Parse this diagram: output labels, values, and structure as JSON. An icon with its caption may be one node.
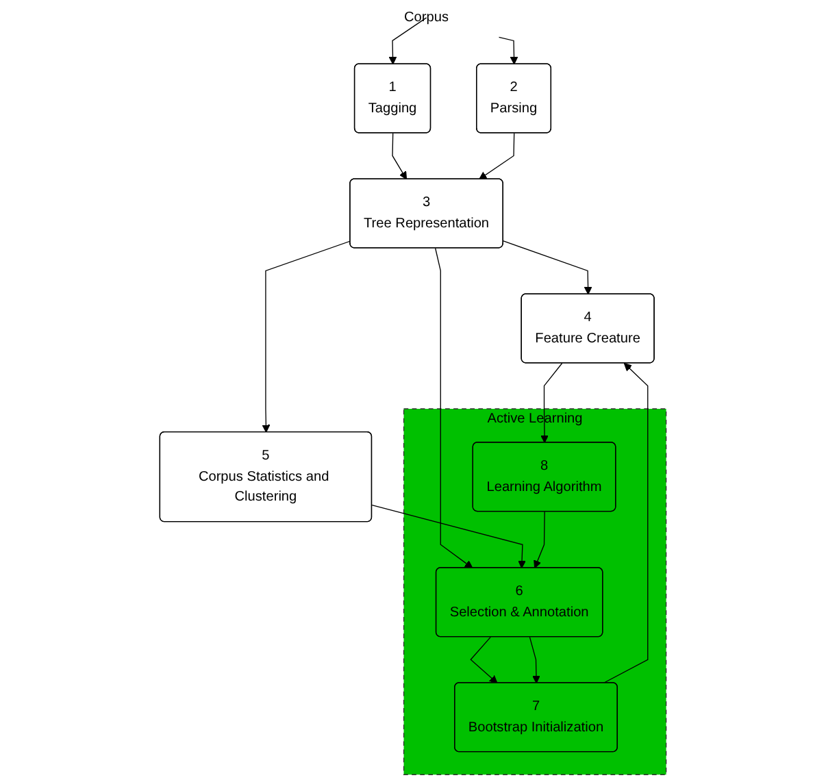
{
  "diagram": {
    "nodes": [
      {
        "text": [
          "Corpus"
        ]
      },
      {
        "text": [
          "1",
          "Tagging"
        ]
      },
      {
        "text": [
          "2",
          "Parsing"
        ]
      },
      {
        "text": [
          "3",
          "Tree Representation"
        ]
      },
      {
        "text": [
          "4",
          "Feature Creature"
        ]
      },
      {
        "text": [
          "5",
          "Corpus Statistics and Clustering"
        ]
      },
      {
        "text": [
          "Active Learning"
        ]
      },
      {
        "text": [
          "6",
          "Selection & Annotation"
        ],
        "in": 6
      },
      {
        "text": [
          "7",
          "Bootstrap Initialization"
        ],
        "in": 6
      },
      {
        "text": [
          "8",
          "Learning Algorithm"
        ],
        "in": 6
      }
    ],
    "edges": [
      {
        "from": 0,
        "to": 1,
        "arrow": "to"
      },
      {
        "from": 0,
        "to": 2,
        "arrow": "to"
      },
      {
        "from": 1,
        "to": 3,
        "arrow": "to"
      },
      {
        "from": 2,
        "to": 3,
        "arrow": "to"
      },
      {
        "from": 3,
        "to": 4,
        "arrow": "to"
      },
      {
        "from": 3,
        "to": 7,
        "arrow": "to"
      },
      {
        "from": 3,
        "to": 5,
        "arrow": "to"
      },
      {
        "from": 5,
        "to": 7,
        "arrow": "to"
      },
      {
        "from": 7,
        "to": 8,
        "arrow": "to"
      },
      {
        "from": 7,
        "to": 8,
        "arrow": "to"
      },
      {
        "from": 8,
        "to": 4,
        "arrow": "to"
      },
      {
        "from": 4,
        "to": 9,
        "arrow": "to"
      },
      {
        "from": 9,
        "to": 7,
        "arrow": "to"
      }
    ]
  }
}
